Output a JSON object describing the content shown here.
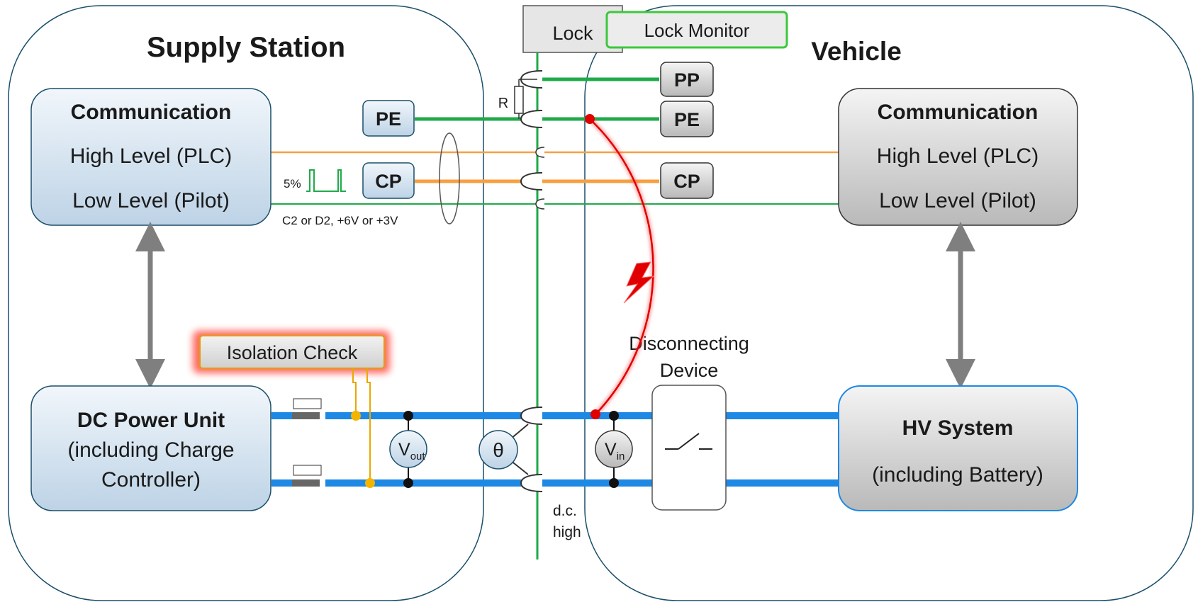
{
  "supply_station": {
    "title": "Supply Station",
    "communication": {
      "title": "Communication",
      "high_level": "High Level (PLC)",
      "low_level": "Low Level (Pilot)"
    },
    "dc_power_unit": {
      "title": "DC Power Unit",
      "line1": "(including Charge",
      "line2": "Controller)"
    },
    "isolation_check": "Isolation Check",
    "pe": "PE",
    "cp": "CP",
    "duty_cycle": "5%",
    "cp_state": "C2 or D2, +6V or +3V",
    "resistor": "R",
    "v_out": {
      "symbol": "V",
      "sub": "out"
    },
    "theta": "θ"
  },
  "vehicle": {
    "title": "Vehicle",
    "communication": {
      "title": "Communication",
      "high_level": "High Level (PLC)",
      "low_level": "Low Level (Pilot)"
    },
    "hv_system": {
      "title": "HV System",
      "line1": "(including Battery)"
    },
    "pp": "PP",
    "pe": "PE",
    "cp": "CP",
    "disconnecting_device": {
      "line1": "Disconnecting",
      "line2": "Device"
    },
    "v_in": {
      "symbol": "V",
      "sub": "in"
    }
  },
  "coupler": {
    "lock": "Lock",
    "lock_monitor": "Lock Monitor",
    "dc_label_line1": "d.c.",
    "dc_label_line2": "high"
  },
  "colors": {
    "green_wire": "#1faa4a",
    "orange_wire": "#f7a042",
    "blue_bus": "#1e88e5",
    "gray_arrow": "#7f7f7f",
    "fault": "#e00000",
    "isolation_glow": "#ff3b2f",
    "lock_monitor_border": "#3cc83c"
  }
}
